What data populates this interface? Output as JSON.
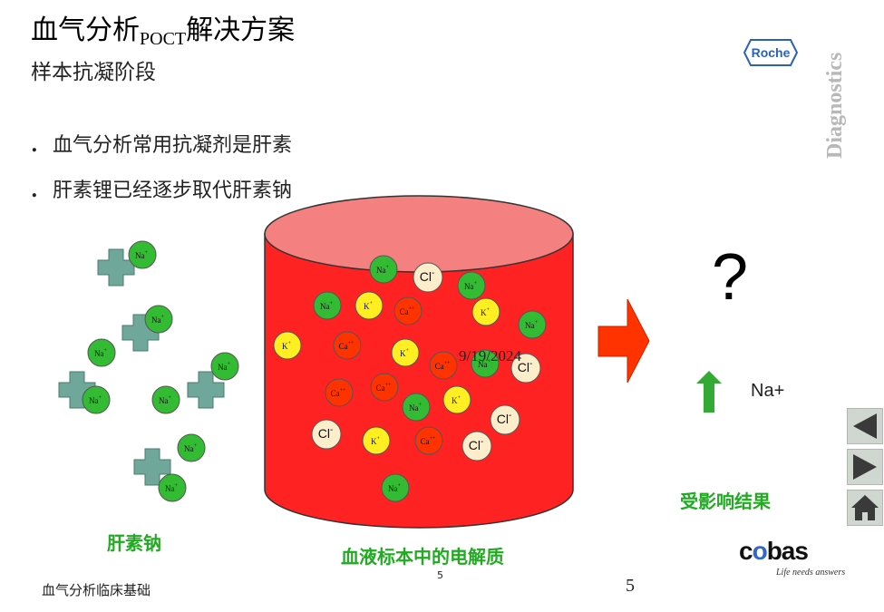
{
  "title": {
    "main": "血气分析",
    "sub": "POCT",
    "rest": "解决方案"
  },
  "subtitle": "样本抗凝阶段",
  "bullets": [
    {
      "dot": ".",
      "text": "血气分析常用抗凝剂是肝素"
    },
    {
      "dot": ".",
      "text": "肝素锂已经逐步取代肝素钠"
    }
  ],
  "brand": {
    "logo_text": "Roche",
    "side_text": "Diagnostics",
    "product": {
      "c": "c",
      "o": "o",
      "rest": "bas"
    },
    "tagline": "Life needs answers"
  },
  "labels": {
    "heparin": "肝素钠",
    "blood": "血液标本中的电解质",
    "result": "受影响结果",
    "question": "?",
    "na_up": "Na+"
  },
  "ions": {
    "na": "Na",
    "na_sup": "+",
    "k": "K",
    "k_sup": "+",
    "ca": "Ca",
    "ca_sup": "++",
    "cl": "Cl",
    "cl_sup": "-"
  },
  "date": "9/19/2024",
  "footer": "血气分析临床基础",
  "page_small": "5",
  "page_big": "5",
  "colors": {
    "cylinder": "#ff2222",
    "cylinder_top": "#f58080",
    "na": "#33bb33",
    "k": "#ffee22",
    "ca": "#ff3300",
    "cl": "#fdeecb",
    "heparin": "#6fa89a",
    "arrow": "#ff3300",
    "green_arrow": "#33aa33"
  },
  "nav": {
    "prev": "triangle-left-icon",
    "next": "triangle-right-icon",
    "home": "home-icon"
  }
}
